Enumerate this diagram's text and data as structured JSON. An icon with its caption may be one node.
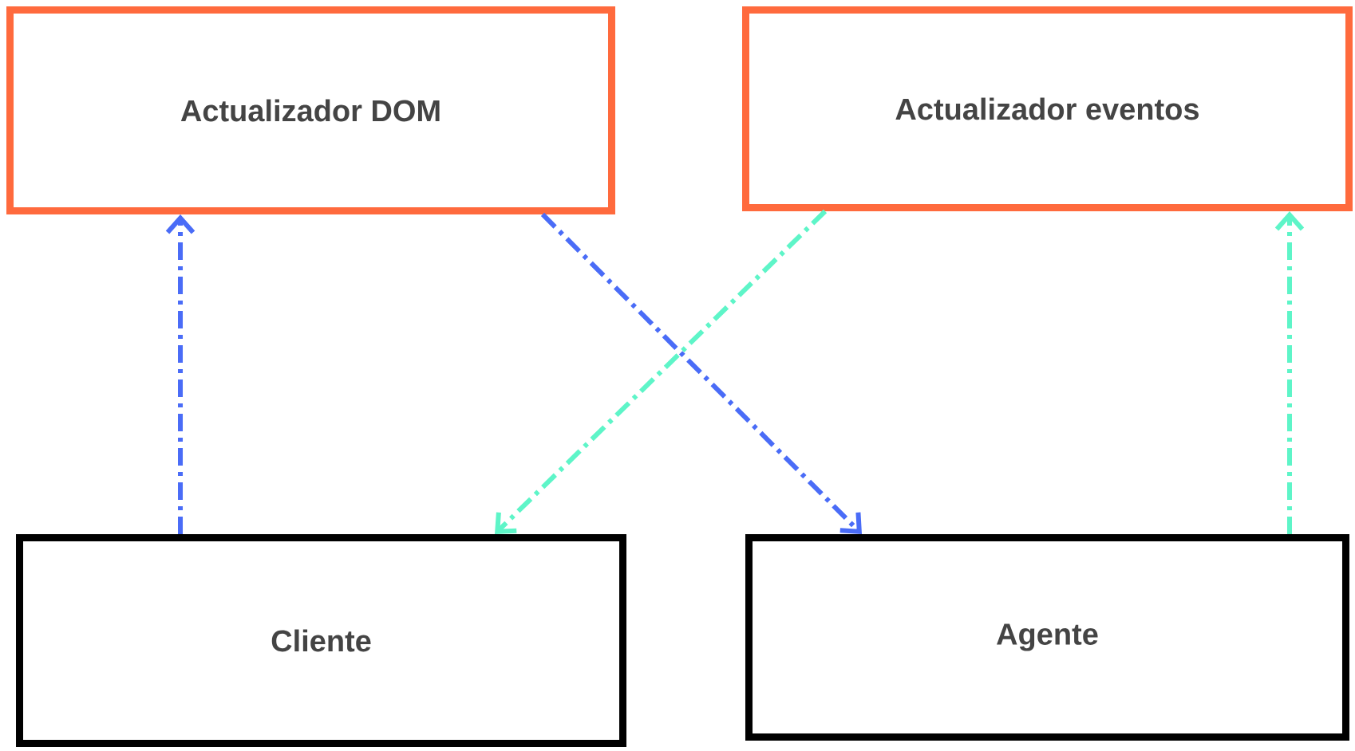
{
  "diagram": {
    "nodes": [
      {
        "text": [
          "Actualizador DOM"
        ]
      },
      {
        "text": [
          "Actualizador eventos"
        ]
      },
      {
        "text": [
          "Cliente"
        ]
      },
      {
        "text": [
          "Agente"
        ]
      }
    ],
    "edges": [
      {
        "from": 2,
        "to": 0,
        "arrow": "to",
        "style": "dashed",
        "color": "#4a6cf7"
      },
      {
        "from": 0,
        "to": 3,
        "arrow": "to",
        "style": "dashed",
        "color": "#4a6cf7"
      },
      {
        "from": 1,
        "to": 2,
        "arrow": "to",
        "style": "dashed",
        "color": "#5ef5c8"
      },
      {
        "from": 3,
        "to": 1,
        "arrow": "to",
        "style": "dashed",
        "color": "#5ef5c8"
      }
    ]
  }
}
